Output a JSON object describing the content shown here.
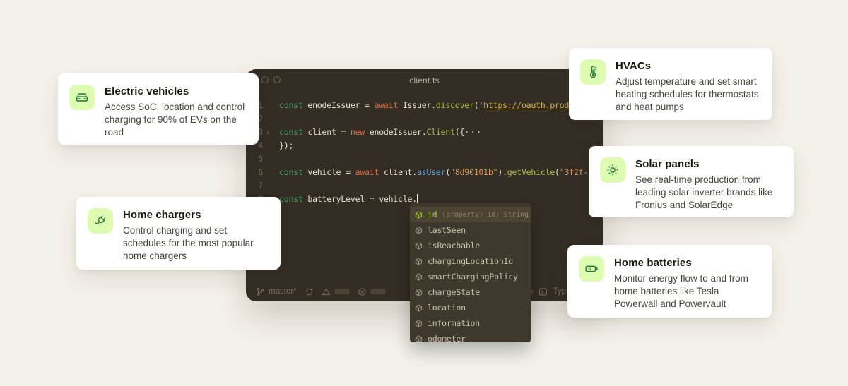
{
  "colors": {
    "page_bg": "#F4F1EA",
    "editor_bg": "#332D24",
    "dropdown_bg": "#3E382D",
    "card_bg": "#FFFFFF",
    "tile_green": "#DDFBB1",
    "icon_green": "#257A36",
    "keyword_green": "#4AA169",
    "keyword_orange": "#DD6F45",
    "function_yellow": "#B3BD49",
    "method_blue": "#68AAD9",
    "string_tan": "#D39A5F",
    "url_yellow": "#D3B54A",
    "selected_item_green": "#A9CE3B"
  },
  "editor": {
    "filename": "client.ts",
    "lines": [
      {
        "num": "1",
        "tokens": [
          [
            "kw",
            "const "
          ],
          [
            "fg",
            "enodeIssuer = "
          ],
          [
            "kw2",
            "await "
          ],
          [
            "fg",
            "Issuer."
          ],
          [
            "fn",
            "discover"
          ],
          [
            "fg",
            "('"
          ],
          [
            "url",
            "https://oauth.prod"
          ]
        ]
      },
      {
        "num": "2",
        "tokens": []
      },
      {
        "num": "3",
        "fold": true,
        "tokens": [
          [
            "kw",
            "const "
          ],
          [
            "fg",
            "client = "
          ],
          [
            "kw2",
            "new "
          ],
          [
            "fg",
            "enodeIssuer."
          ],
          [
            "fn",
            "Client"
          ],
          [
            "fg",
            "({"
          ],
          [
            "dim",
            "···"
          ]
        ]
      },
      {
        "num": "4",
        "tokens": [
          [
            "fg",
            "});"
          ]
        ]
      },
      {
        "num": "5",
        "tokens": []
      },
      {
        "num": "6",
        "tokens": [
          [
            "kw",
            "const "
          ],
          [
            "fg",
            "vehicle = "
          ],
          [
            "kw2",
            "await "
          ],
          [
            "fg",
            "client."
          ],
          [
            "meth",
            "asUser"
          ],
          [
            "fg",
            "("
          ],
          [
            "str",
            "\"8d90101b\""
          ],
          [
            "fg",
            ")."
          ],
          [
            "fn",
            "getVehicle"
          ],
          [
            "fg",
            "("
          ],
          [
            "str",
            "\"3f2f-"
          ]
        ]
      },
      {
        "num": "7",
        "tokens": []
      },
      {
        "num": "8",
        "caret": true,
        "tokens": [
          [
            "kw",
            "const "
          ],
          [
            "fg",
            "batteryLevel = "
          ],
          [
            "fg",
            "vehicle."
          ]
        ]
      }
    ],
    "statusbar": {
      "branch": "master*",
      "right_label": "Typ"
    }
  },
  "autocomplete": {
    "items": [
      {
        "label": "id",
        "annotation": "(property) id: String",
        "selected": true
      },
      {
        "label": "lastSeen"
      },
      {
        "label": "isReachable"
      },
      {
        "label": "chargingLocationId"
      },
      {
        "label": "smartChargingPolicy"
      },
      {
        "label": "chargeState"
      },
      {
        "label": "location"
      },
      {
        "label": "information"
      },
      {
        "label": "odometer"
      }
    ]
  },
  "cards": [
    {
      "icon": "car-icon",
      "title": "Electric vehicles",
      "body": "Access SoC, location and control charging for 90% of EVs on the road"
    },
    {
      "icon": "plug-icon",
      "title": "Home chargers",
      "body": "Control charging and set schedules for the most popular home chargers"
    },
    {
      "icon": "thermometer-icon",
      "title": "HVACs",
      "body": "Adjust temperature and set smart heating schedules for thermostats and heat pumps"
    },
    {
      "icon": "sun-icon",
      "title": "Solar panels",
      "body": "See real-time production from leading solar inverter brands like Fronius and SolarEdge"
    },
    {
      "icon": "battery-icon",
      "title": "Home batteries",
      "body": "Monitor energy flow to and from home batteries like Tesla Powerwall and Powervault"
    }
  ]
}
